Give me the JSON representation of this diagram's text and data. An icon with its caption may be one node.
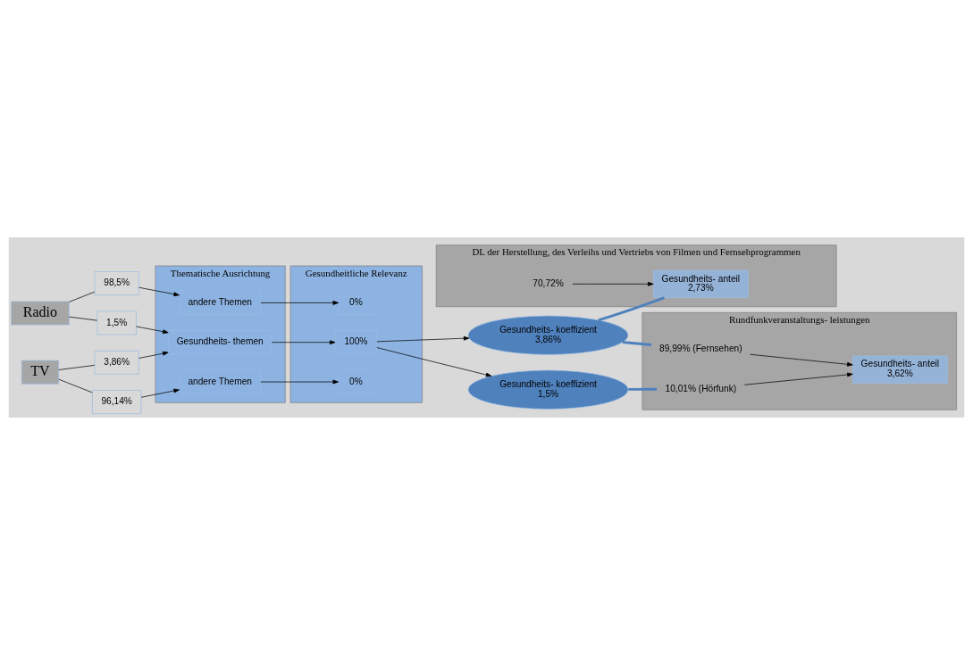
{
  "diagram": {
    "nodes": [
      {
        "text": [
          "Thematische Ausrichtung"
        ]
      },
      {
        "text": [
          "andere Themen"
        ],
        "in": 0
      },
      {
        "text": [
          "Gesundheits- themen"
        ],
        "in": 0
      },
      {
        "text": [
          "andere Themen"
        ],
        "in": 0
      },
      {
        "text": [
          "Gesundheitliche Relevanz"
        ]
      },
      {
        "text": [
          "0%"
        ],
        "in": 4
      },
      {
        "text": [
          "100%"
        ],
        "in": 4
      },
      {
        "text": [
          "0%"
        ],
        "in": 4
      },
      {
        "text": [
          "Radio"
        ]
      },
      {
        "text": [
          "98,5%"
        ]
      },
      {
        "text": [
          "1,5%"
        ]
      },
      {
        "text": [
          "TV"
        ]
      },
      {
        "text": [
          "3,86%"
        ]
      },
      {
        "text": [
          "96,14%"
        ]
      },
      {
        "text": [
          "Gesundheits- koeffizient",
          "1,5%"
        ]
      },
      {
        "text": [
          "Gesundheits- koeffizient",
          "3,86%"
        ]
      },
      {
        "text": [
          "Rundfunkveranstaltungs- leistungen"
        ]
      },
      {
        "text": [
          "10,01% (Hörfunk)"
        ],
        "in": 16
      },
      {
        "text": [
          "Gesundheits- anteil",
          "3,62%"
        ],
        "in": 16
      },
      {
        "text": [
          "89,99% (Fernsehen)"
        ],
        "in": 16
      },
      {
        "text": [
          "DL der Herstellung, des Verleihs und Vertriebs von Filmen und Fernsehprogrammen"
        ]
      },
      {
        "text": [
          "Gesundheits- anteil",
          "2,73%"
        ],
        "in": 20
      },
      {
        "text": [
          "70,72%"
        ],
        "in": 20
      }
    ],
    "edges": [
      {
        "from": 8,
        "to": 9,
        "arrow": "none"
      },
      {
        "from": 9,
        "to": 1,
        "arrow": "to"
      },
      {
        "from": 8,
        "to": 10,
        "arrow": "none"
      },
      {
        "from": 10,
        "to": 2,
        "arrow": "to"
      },
      {
        "from": 11,
        "to": 12,
        "arrow": "none"
      },
      {
        "from": 12,
        "to": 2,
        "arrow": "to"
      },
      {
        "from": 11,
        "to": 13,
        "arrow": "none"
      },
      {
        "from": 13,
        "to": 3,
        "arrow": "to"
      },
      {
        "from": 1,
        "to": 5,
        "arrow": "to"
      },
      {
        "from": 2,
        "to": 6,
        "arrow": "to"
      },
      {
        "from": 3,
        "to": 7,
        "arrow": "to"
      },
      {
        "from": 6,
        "to": 14,
        "arrow": "to"
      },
      {
        "from": 6,
        "to": 15,
        "arrow": "to"
      },
      {
        "from": 14,
        "to": 17,
        "arrow": "none",
        "style": "thick",
        "color": "#4f81bd"
      },
      {
        "from": 15,
        "to": 19,
        "arrow": "none",
        "style": "thick",
        "color": "#4f81bd"
      },
      {
        "from": 15,
        "to": 21,
        "arrow": "none",
        "style": "thick",
        "color": "#4f81bd"
      },
      {
        "from": 17,
        "to": 18,
        "arrow": "to"
      },
      {
        "from": 19,
        "to": 18,
        "arrow": "to"
      },
      {
        "from": 22,
        "to": 21,
        "arrow": "to"
      }
    ]
  }
}
